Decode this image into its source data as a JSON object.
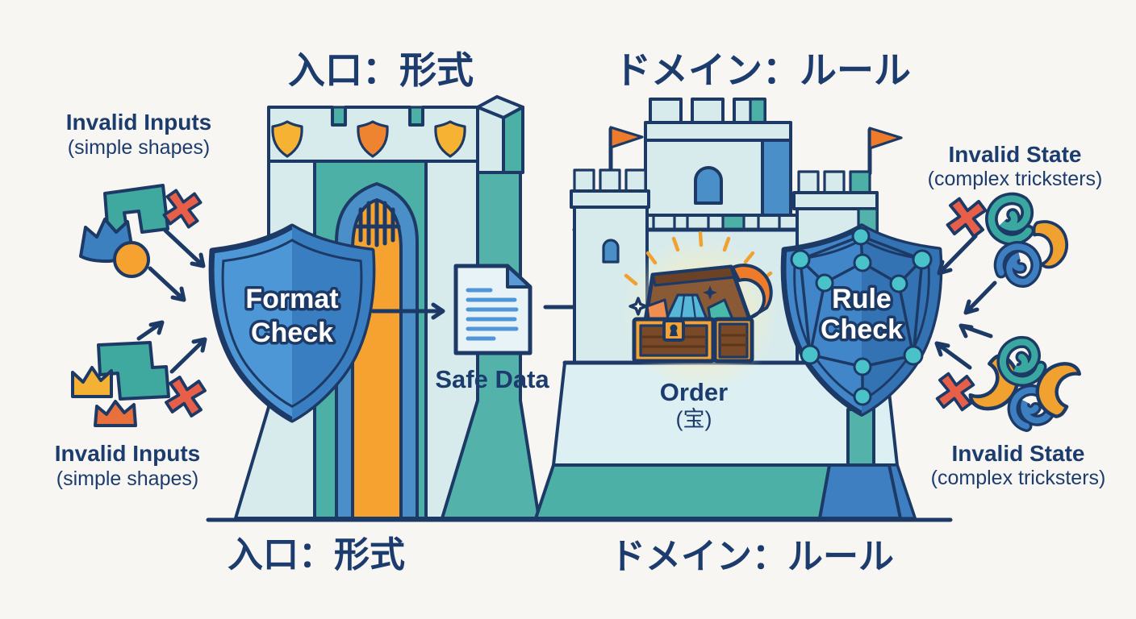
{
  "colors": {
    "background": "#f7f6f2",
    "outline_navy": "#1d3a66",
    "text_navy": "#1d3c6e",
    "castle_light": "#d7ebed",
    "castle_teal": "#4cb0a6",
    "shield_blue_light": "#4e97d7",
    "shield_blue_dark": "#3a7ec2",
    "accent_orange": "#f5a231",
    "error_red": "#e85f49"
  },
  "titles": {
    "top_left": "入口：形式",
    "top_right": "ドメイン：ルール",
    "bottom_left": "入口：形式",
    "bottom_right": "ドメイン：ルール"
  },
  "labels": {
    "invalid_inputs_top": {
      "title": "Invalid Inputs",
      "subtitle": "(simple shapes)"
    },
    "invalid_inputs_bottom": {
      "title": "Invalid Inputs",
      "subtitle": "(simple shapes)"
    },
    "invalid_state_top": {
      "title": "Invalid State",
      "subtitle": "(complex tricksters)"
    },
    "invalid_state_bottom": {
      "title": "Invalid State",
      "subtitle": "(complex tricksters)"
    }
  },
  "gate_shield": {
    "line1": "Format",
    "line2": "Check"
  },
  "rule_shield": {
    "line1": "Rule",
    "line2": "Check"
  },
  "safe_data_label": "Safe Data",
  "treasure": {
    "label": "Order",
    "sublabel": "(宝)"
  }
}
